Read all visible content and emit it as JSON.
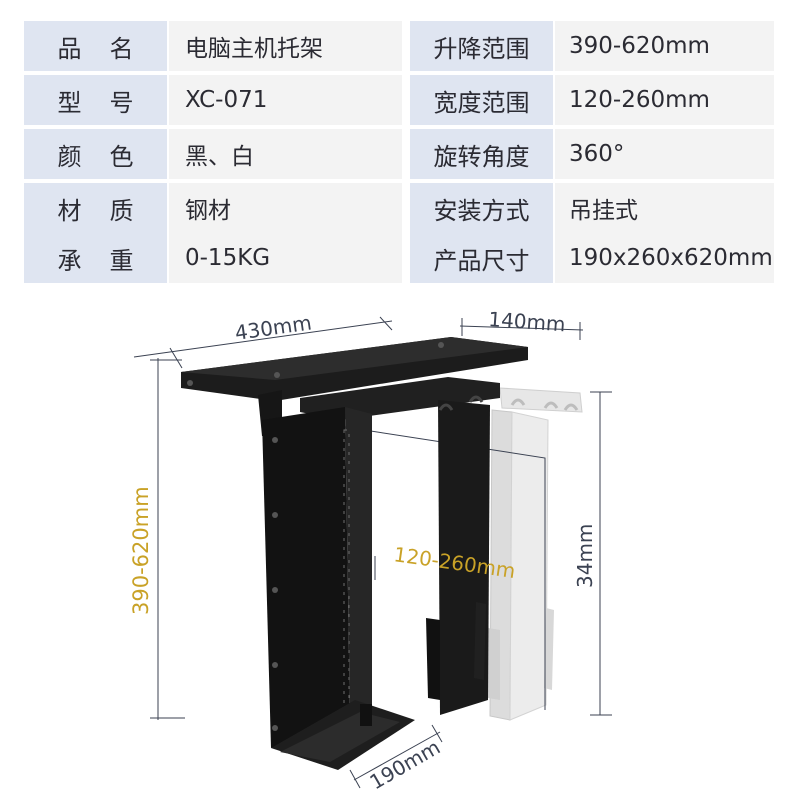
{
  "specs": {
    "left": [
      {
        "key": "品名",
        "value": "电脑主机托架"
      },
      {
        "key": "型号",
        "value": "XC-071"
      },
      {
        "key": "颜色",
        "value": "黑、白"
      },
      {
        "key": "材质",
        "value": "钢材"
      },
      {
        "key": "承重",
        "value": "0-15KG"
      }
    ],
    "right": [
      {
        "key": "升降范围",
        "value": "390-620mm"
      },
      {
        "key": "宽度范围",
        "value": "120-260mm"
      },
      {
        "key": "旋转角度",
        "value": "360°"
      },
      {
        "key": "安装方式",
        "value": "吊挂式"
      },
      {
        "key": "产品尺寸",
        "value": "190x260x620mm"
      }
    ]
  },
  "dimensions": {
    "width_top": "430mm",
    "depth_top": "140mm",
    "height_range": "390-620mm",
    "width_range": "120-260mm",
    "side_height": "34mm",
    "base_depth": "190mm"
  },
  "colors": {
    "key_bg": "#dfe5f1",
    "value_bg": "#f3f3f3",
    "text": "#2b2b33",
    "dim_line": "#3b4252",
    "accent_gold": "#c9a227",
    "product_black": "#1b1b1b",
    "product_white": "#e6e6e6"
  }
}
